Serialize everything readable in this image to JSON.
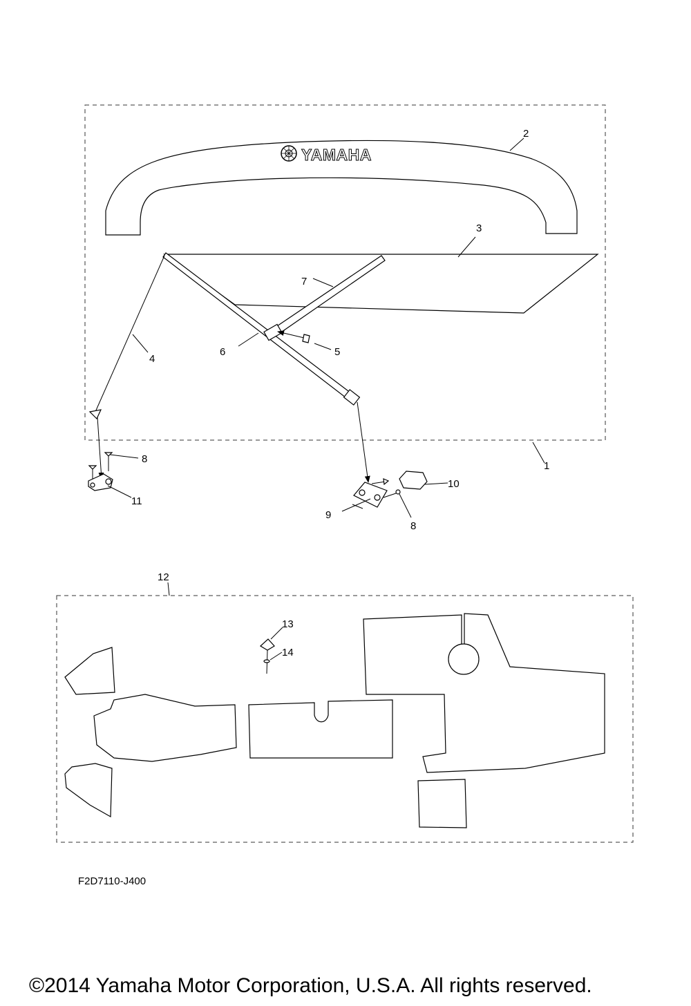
{
  "brand_text": "YAMAHA",
  "callouts": {
    "c1": "1",
    "c2": "2",
    "c3": "3",
    "c4": "4",
    "c5": "5",
    "c6": "6",
    "c7": "7",
    "c8a": "8",
    "c8b": "8",
    "c9": "9",
    "c10": "10",
    "c11": "11",
    "c12": "12",
    "c13": "13",
    "c14": "14"
  },
  "diagram_code": "F2D7110-J400",
  "copyright": "©2014 Yamaha Motor Corporation, U.S.A. All rights reserved."
}
